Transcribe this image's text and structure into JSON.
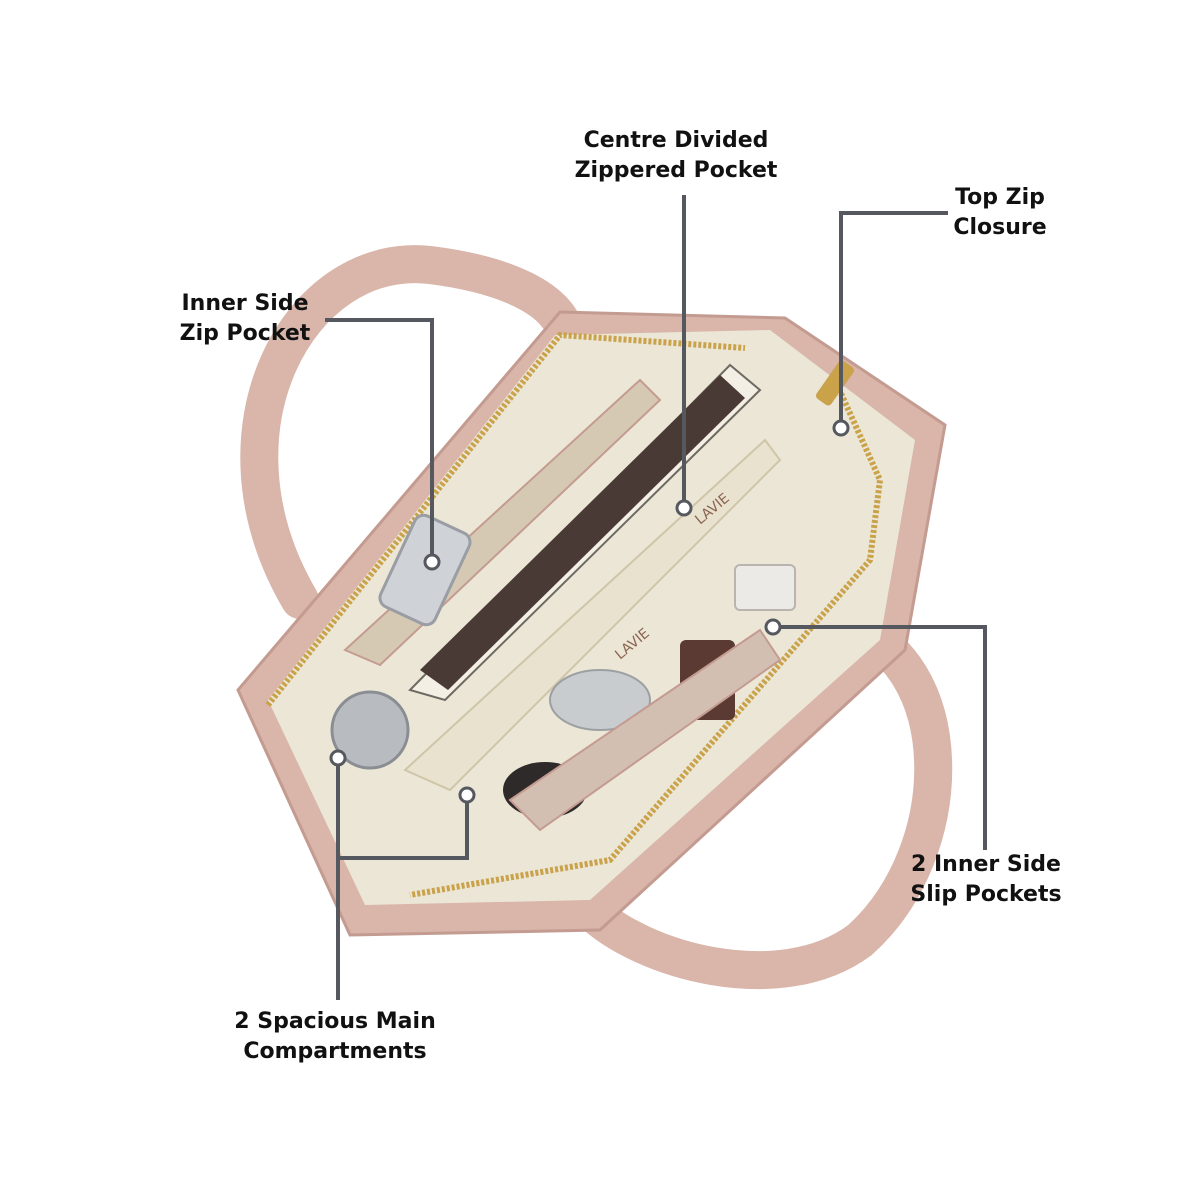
{
  "brand_text": "LAVIE",
  "colors": {
    "leather": "#d9b5aa",
    "leather_dark": "#c49b90",
    "lining": "#ebe6d6",
    "zipper": "#c9a24a",
    "leader_line": "#55585e",
    "label_text": "#111111"
  },
  "callouts": {
    "centre_pocket": {
      "line1": "Centre Divided",
      "line2": "Zippered Pocket"
    },
    "top_zip": {
      "line1": "Top Zip",
      "line2": "Closure"
    },
    "inner_side_zip": {
      "line1": "Inner Side",
      "line2": "Zip Pocket"
    },
    "slip_pockets": {
      "line1": "2 Inner Side",
      "line2": "Slip Pockets"
    },
    "main_compartments": {
      "line1": "2 Spacious Main",
      "line2": "Compartments"
    }
  }
}
